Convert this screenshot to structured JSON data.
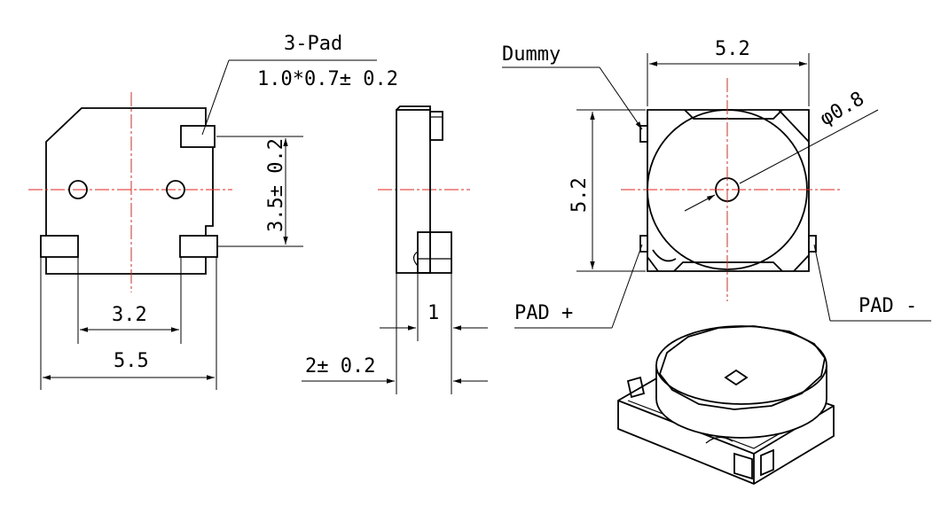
{
  "labels": {
    "pad_count": "3-Pad",
    "pad_size": "1.0*0.7± 0.2",
    "pad_pitch": "3.5± 0.2",
    "pad_gap": "3.2",
    "body_width": "5.5",
    "thickness_height": "1",
    "thickness_total": "2± 0.2",
    "dummy": "Dummy",
    "top_width": "5.2",
    "top_height": "5.2",
    "hole_diameter": "φ0.8",
    "pad_plus": "PAD +",
    "pad_minus": "PAD -"
  }
}
